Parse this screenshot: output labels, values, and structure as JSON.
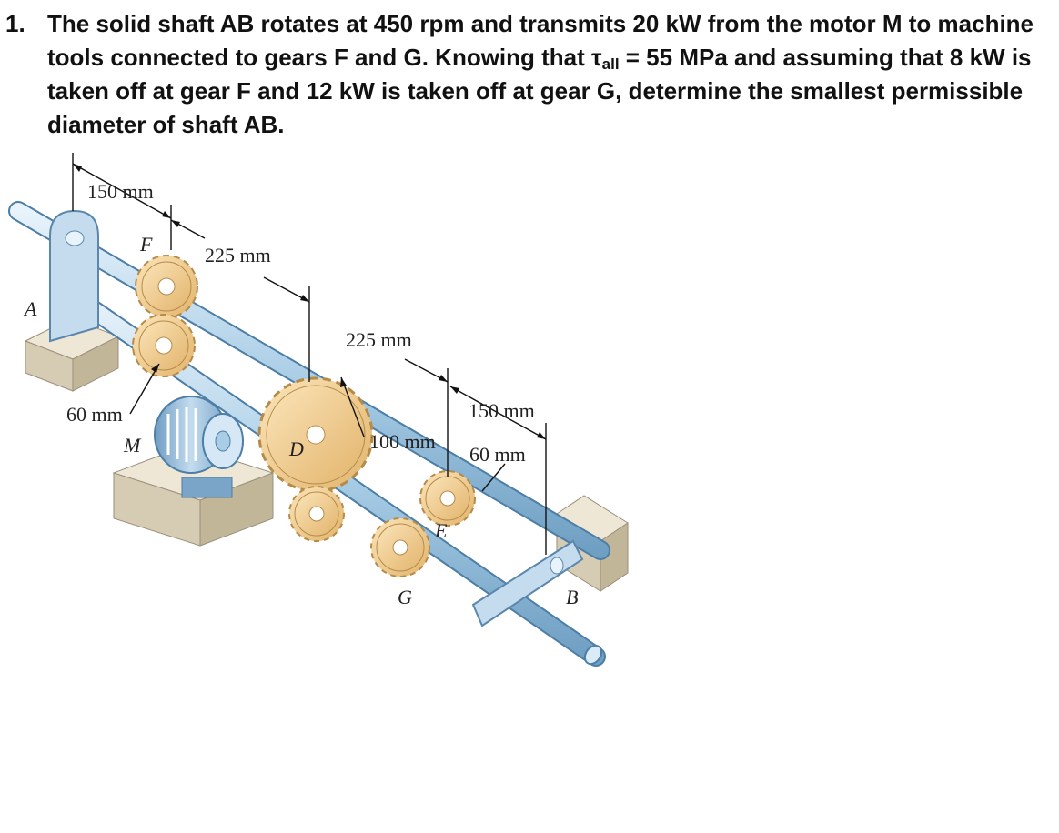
{
  "problem": {
    "number": "1.",
    "text_part1": "The solid shaft AB rotates at 450 rpm and transmits 20 kW from the motor M to machine tools connected to gears F and G. Knowing that τ",
    "subscript": "all",
    "text_part2": " = 55 MPa and assuming that 8 kW is taken off at gear F and 12 kW is taken off at gear G, determine the smallest permissible diameter of shaft AB."
  },
  "figure": {
    "dim_150_left": "150 mm",
    "dim_225_a": "225 mm",
    "dim_225_b": "225 mm",
    "dim_150_right": "150 mm",
    "dim_60_left": "60 mm",
    "dim_100": "100 mm",
    "dim_60_right": "60 mm",
    "label_A": "A",
    "label_B": "B",
    "label_F": "F",
    "label_G": "G",
    "label_D": "D",
    "label_E": "E",
    "label_M": "M"
  },
  "colors": {
    "shaft": "#a9cde6",
    "gear": "#f0cd93",
    "block": "#ddd2bd",
    "bracket": "#c4dcee",
    "motor": "#8fb6d6"
  }
}
